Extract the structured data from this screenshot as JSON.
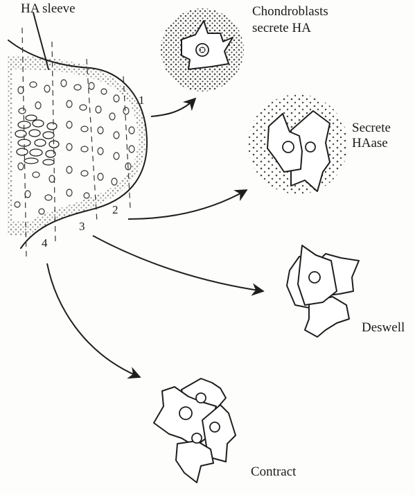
{
  "labels": {
    "ha_sleeve": "HA sleeve",
    "chondroblasts_line1": "Chondroblasts",
    "chondroblasts_line2": "secrete HA",
    "secrete_line1": "Secrete",
    "secrete_line2": "HAase",
    "deswell": "Deswell",
    "contract": "Contract"
  },
  "zones": [
    "1",
    "2",
    "3",
    "4"
  ],
  "colors": {
    "ink": "#1e1e1e",
    "paper": "#fdfdfb",
    "stipple": "#444444"
  }
}
